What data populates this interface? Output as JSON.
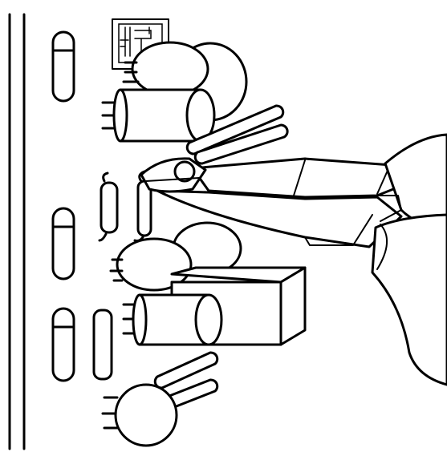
{
  "illustration": {
    "style": "black line art on white",
    "stroke_color": "#000000",
    "background_color": "#ffffff",
    "components": [
      "fuse",
      "electrolytic-capacitor",
      "ceramic-capacitor",
      "resistor",
      "tantalum-capacitor",
      "transistor",
      "inductor",
      "box-capacitor",
      "glass-diode",
      "integrated-circuit"
    ],
    "tool": "cutting-pliers"
  }
}
